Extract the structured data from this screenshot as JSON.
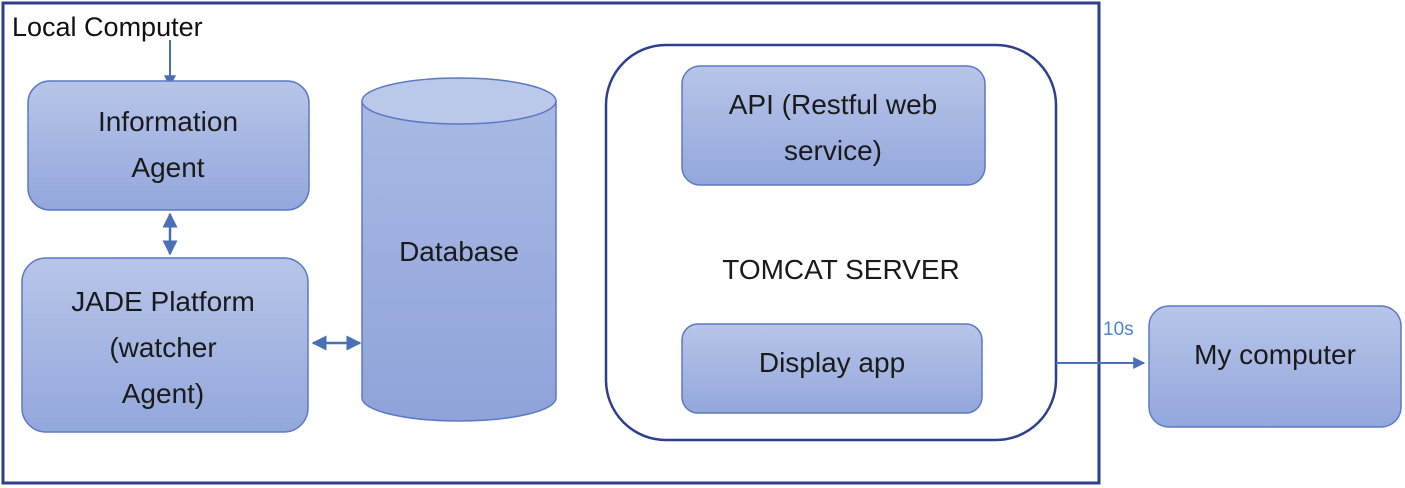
{
  "frame": {
    "title": "Local Computer"
  },
  "nodes": {
    "information_agent": {
      "lines": [
        "Information",
        "Agent"
      ]
    },
    "jade_platform": {
      "lines": [
        "JADE Platform",
        "(watcher",
        "Agent)"
      ]
    },
    "database": {
      "label": "Database"
    },
    "tomcat": {
      "label": "TOMCAT SERVER"
    },
    "api": {
      "lines": [
        "API (Restful web",
        "service)"
      ]
    },
    "display_app": {
      "label": "Display app"
    },
    "my_computer": {
      "label": "My computer"
    }
  },
  "edges": {
    "interval_label": "10s"
  },
  "colors": {
    "frame_border": "#2f3f8f",
    "box_fill_top": "#b7c4e8",
    "box_fill_bottom": "#95a9de",
    "box_border": "#5b79c4",
    "arrow": "#4a6fb5",
    "interval_text": "#4a86c8"
  }
}
